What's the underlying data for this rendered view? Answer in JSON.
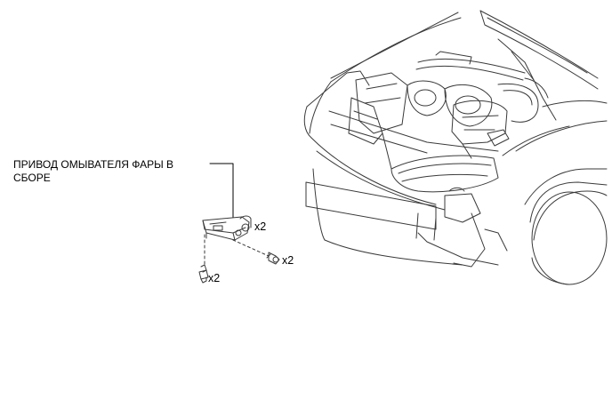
{
  "diagram": {
    "part_label_line1": "ПРИВОД ОМЫВАТЕЛЯ ФАРЫ В",
    "part_label_line2": "СБОРЕ",
    "qty_bracket": "x2",
    "qty_bolt": "x2",
    "qty_clip": "x2"
  },
  "icons": {
    "part": "headlamp-washer-actuator",
    "bolt": "bolt",
    "clip": "clip",
    "vehicle": "vehicle-front-engine-bay"
  },
  "colors": {
    "line": "#3a3a3a",
    "background": "#ffffff"
  }
}
